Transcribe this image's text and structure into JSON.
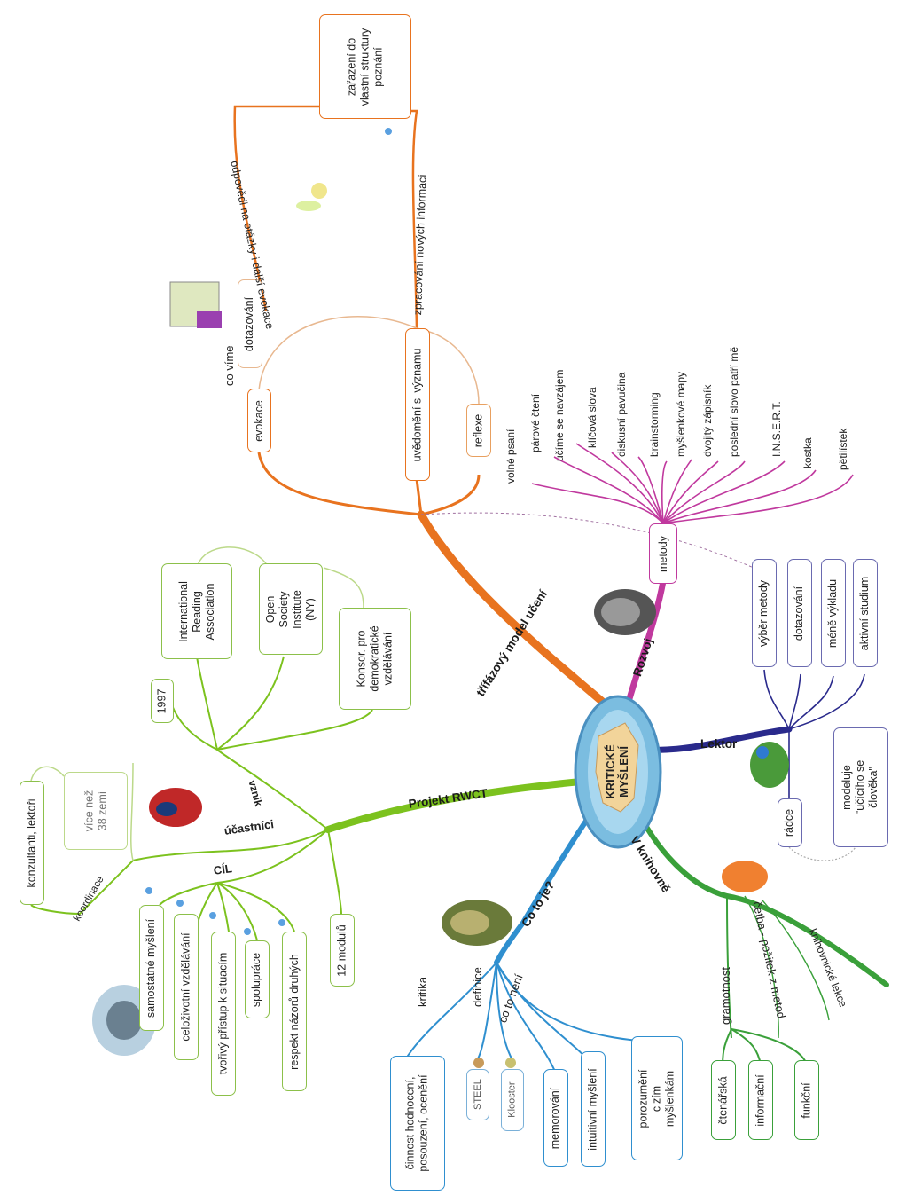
{
  "center": {
    "title": "KRITICKÉ\nMYŠLENÍ"
  },
  "branches": {
    "model": "třífázový model učení",
    "rozvoj": "Rozvoj",
    "lektor": "Lektor",
    "knihovna": "V knihovně",
    "coto": "Co to je?",
    "projekt": "Projekt RWCT"
  },
  "model": {
    "evokace": "evokace",
    "vedomi": "uvědomění si významu",
    "reflexe": "reflexe",
    "co_vime": "co víme",
    "dotazovani": "dotazování",
    "odpovedi": "odpovědi na otázky i další evokace",
    "zpracovani": "zpracování nových informací",
    "zarazeni": "zařazení do\nvlastní struktury\npoznání"
  },
  "rozvoj": {
    "metody": "metody",
    "items": [
      "volné psaní",
      "párové čtení",
      "učíme se navzájem",
      "klíčová slova",
      "diskusní pavučina",
      "brainstorming",
      "myšlenkové mapy",
      "dvojitý zápisník",
      "poslední slovo patří mě",
      "I.N.S.E.R.T.",
      "kostka",
      "pětilístek"
    ]
  },
  "lektor": {
    "items": [
      "výběr metody",
      "dotazování",
      "méně výkladu",
      "aktivní studium"
    ],
    "radce": "rádce",
    "modeluje": "modeluje\n\"učícího se\nčlověka\""
  },
  "knihovna": {
    "gramotnost": "gramotnost",
    "cetba": "četba - požitek z metod",
    "lekce": "knihovnické lekce",
    "items": [
      "čtenářská",
      "informační",
      "funkční"
    ]
  },
  "coto": {
    "kritika": "kritika",
    "definice": "definice",
    "co_to_neni": "co to není",
    "cinnost": "činnost hodnocení,\nposouzení, ocenění",
    "steel": "STEEL",
    "klooster": "Klooster",
    "memorovani": "memorování",
    "intuitivni": "intuitivní myšlení",
    "porozumeni": "porozumění\ncizím\nmyšlenkám"
  },
  "projekt": {
    "vznik": "vznik",
    "year": "1997",
    "ira": "International\nReading\nAssociation",
    "osi": "Open\nSociety\nInstitute\n(NY)",
    "konsor": "Konsor. pro\ndemokratické\nvzdělávání",
    "ucastnici": "účastníci",
    "zeme": "více než\n38 zemí",
    "koordinace": "koordinace",
    "konzultanti": "konzultanti, lektoři",
    "cil": "CÍL",
    "cil_items": [
      "samostatné myšlení",
      "celoživotní vzdělávání",
      "tvořivý přístup k situacím",
      "spolupráce",
      "respekt názorů druhých"
    ],
    "moduly": "12 modulů"
  },
  "colors": {
    "model": "#e8731f",
    "rozvoj": "#c0399e",
    "lektor": "#2a2a8c",
    "knihovna": "#3aa03a",
    "coto": "#2f8fcf",
    "projekt": "#7cc21e",
    "projekt_light": "#bcd98a"
  }
}
